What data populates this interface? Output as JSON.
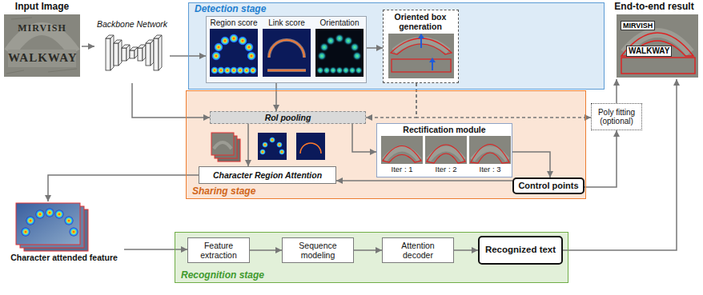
{
  "diagram": {
    "nodes": [
      {
        "text": [
          "Input Image"
        ]
      },
      {
        "text": [
          "Backbone Network"
        ]
      },
      {
        "text": [
          "Detection stage"
        ]
      },
      {
        "text": [
          "Region score",
          "Link score",
          "Orientation"
        ],
        "in": 2
      },
      {
        "text": [
          "Oriented box generation"
        ],
        "in": 2
      },
      {
        "text": [
          "End-to-end result"
        ]
      },
      {
        "text": [
          "Sharing stage"
        ]
      },
      {
        "text": [
          "RoI pooling"
        ],
        "in": 6
      },
      {
        "text": [
          "Rectification module",
          "Iter : 1",
          "Iter : 2",
          "Iter : 3"
        ],
        "in": 6
      },
      {
        "text": [
          "Character Region Attention"
        ],
        "in": 6
      },
      {
        "text": [
          "Control points"
        ],
        "in": 6
      },
      {
        "text": [
          "Poly fitting (optional)"
        ]
      },
      {
        "text": [
          "Character attended feature"
        ]
      },
      {
        "text": [
          "Recognition stage"
        ]
      },
      {
        "text": [
          "Feature extraction"
        ],
        "in": 13
      },
      {
        "text": [
          "Sequence modeling"
        ],
        "in": 13
      },
      {
        "text": [
          "Attention decoder"
        ],
        "in": 13
      },
      {
        "text": [
          "Recognized text"
        ],
        "in": 13
      }
    ],
    "edges": [
      {
        "from": 0,
        "to": 1,
        "arrow": "to"
      },
      {
        "from": 1,
        "to": 3,
        "arrow": "to"
      },
      {
        "from": 3,
        "to": 4,
        "arrow": "to"
      },
      {
        "from": 4,
        "to": 7,
        "arrow": "to"
      },
      {
        "from": 4,
        "to": 11,
        "arrow": "to"
      },
      {
        "from": 11,
        "to": 5,
        "arrow": "to"
      },
      {
        "from": 1,
        "to": 7,
        "arrow": "to"
      },
      {
        "from": 3,
        "to": 7,
        "arrow": "to"
      },
      {
        "from": 7,
        "to": 9,
        "arrow": "to"
      },
      {
        "from": 7,
        "to": 8,
        "arrow": "to"
      },
      {
        "from": 8,
        "to": 10,
        "arrow": "to"
      },
      {
        "from": 10,
        "to": 9,
        "arrow": "to"
      },
      {
        "from": 9,
        "to": 12,
        "arrow": "to"
      },
      {
        "from": 12,
        "to": 14,
        "arrow": "to"
      },
      {
        "from": 14,
        "to": 15,
        "arrow": "to"
      },
      {
        "from": 15,
        "to": 16,
        "arrow": "to"
      },
      {
        "from": 16,
        "to": 17,
        "arrow": "to"
      },
      {
        "from": 10,
        "to": 11,
        "arrow": "to"
      },
      {
        "from": 17,
        "to": 5,
        "arrow": "to"
      }
    ],
    "labels": [
      "MIRVISH",
      "WALKWAY",
      "MIRVISH",
      "WALKWAY"
    ]
  }
}
